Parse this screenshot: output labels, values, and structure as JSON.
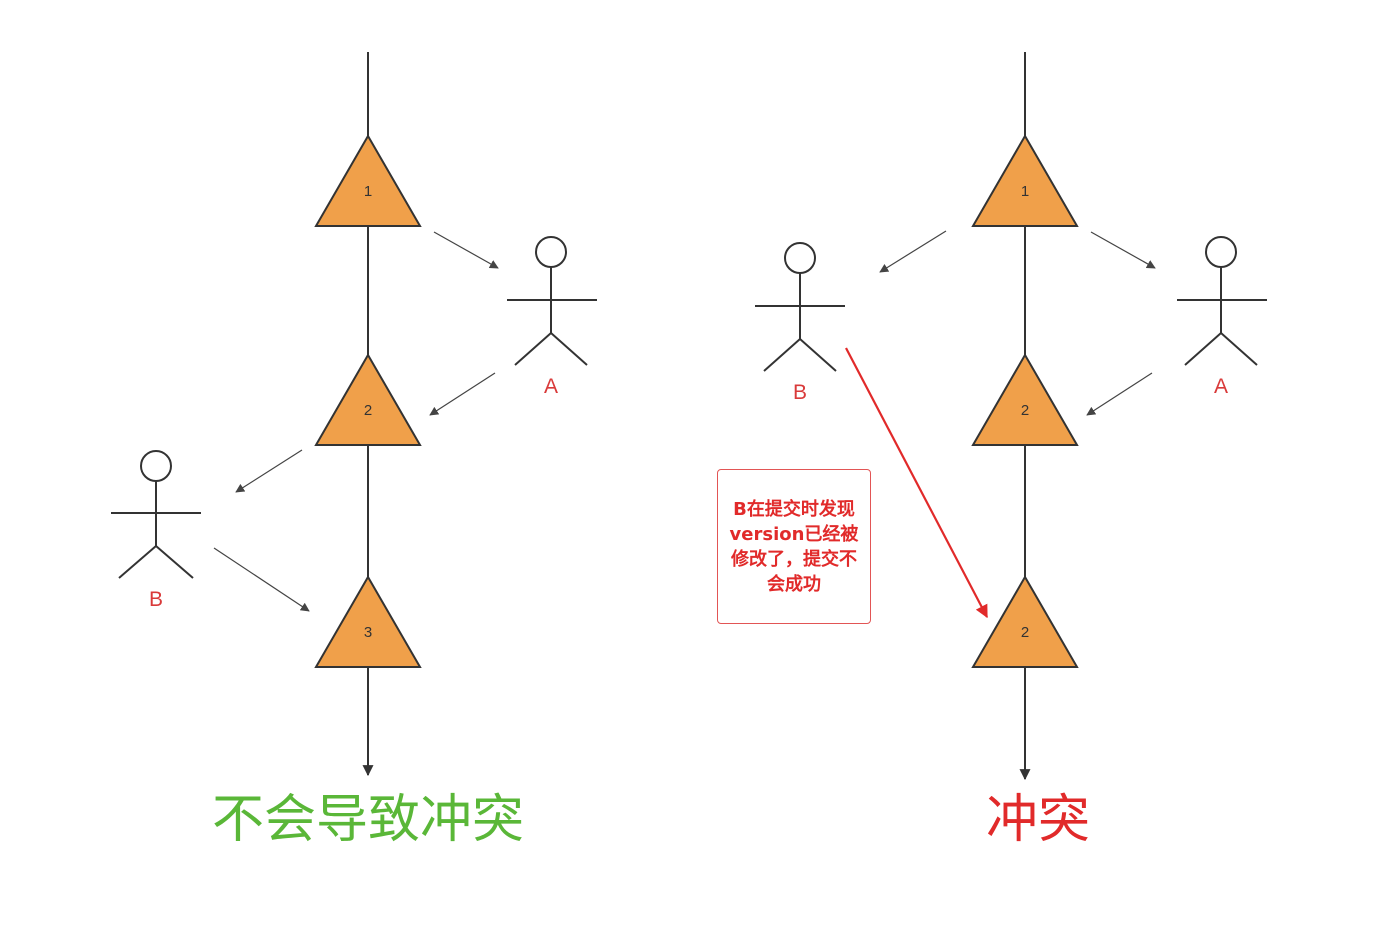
{
  "colors": {
    "triangle_fill": "#f0a04a",
    "line": "#333333",
    "arrow": "#444444",
    "actor_label": "#d93a3a",
    "ok_caption": "#5ab738",
    "conflict": "#e12a2a"
  },
  "left": {
    "versions": [
      "1",
      "2",
      "3"
    ],
    "actor_a": "A",
    "actor_b": "B",
    "caption": "不会导致冲突"
  },
  "right": {
    "versions": [
      "1",
      "2",
      "2"
    ],
    "actor_a": "A",
    "actor_b": "B",
    "caption": "冲突",
    "note": "B在提交时发现version已经被修改了，提交不会成功"
  }
}
